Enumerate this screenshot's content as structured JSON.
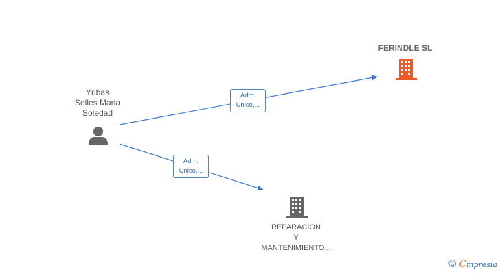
{
  "nodes": {
    "person": {
      "label_lines": [
        "Yribas",
        "Selles Maria",
        "Soledad"
      ],
      "icon": "person-icon",
      "color": "#666666"
    },
    "company1": {
      "label": "FERINDLE  SL",
      "icon": "building-icon",
      "color": "#f05a28"
    },
    "company2": {
      "label_lines": [
        "REPARACION",
        "Y",
        "MANTENIMIENTO..."
      ],
      "icon": "building-icon",
      "color": "#666666"
    }
  },
  "edges": [
    {
      "from": "person",
      "to": "company1",
      "label_lines": [
        "Adm.",
        "Unico,..."
      ]
    },
    {
      "from": "person",
      "to": "company2",
      "label_lines": [
        "Adm.",
        "Unico,..."
      ]
    }
  ],
  "colors": {
    "edge": "#3a78c9",
    "edge_label_text": "#2f6db5"
  },
  "brand": {
    "copyright": "©",
    "first_letter": "C",
    "rest": "mpresia"
  }
}
